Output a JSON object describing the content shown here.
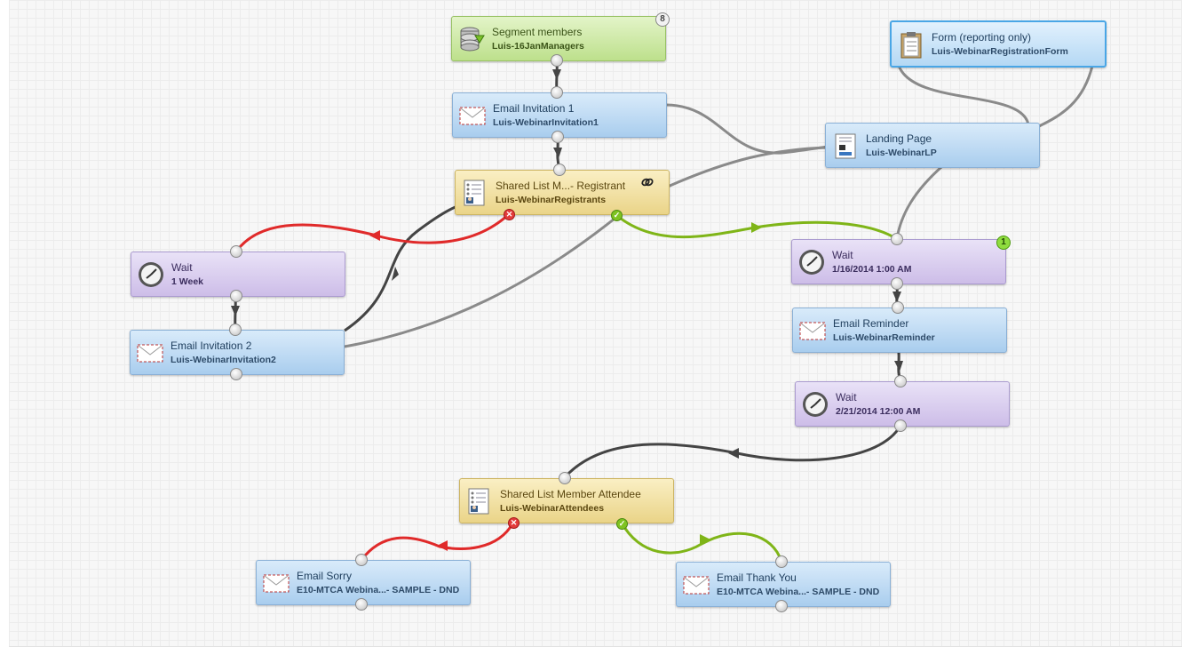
{
  "nodes": {
    "segment": {
      "title": "Segment members",
      "subtitle": "Luis-16JanManagers",
      "badge": "8",
      "icon": "database-icon"
    },
    "email_inv1": {
      "title": "Email Invitation 1",
      "subtitle": "Luis-WebinarInvitation1",
      "icon": "envelope-icon"
    },
    "shared_reg": {
      "title": "Shared List M...- Registrant",
      "subtitle": "Luis-WebinarRegistrants",
      "icon": "contact-list-icon",
      "link_icon": "link-icon"
    },
    "form": {
      "title": "Form (reporting only)",
      "subtitle": "Luis-WebinarRegistrationForm",
      "icon": "clipboard-icon"
    },
    "landing": {
      "title": "Landing Page",
      "subtitle": "Luis-WebinarLP",
      "icon": "landing-page-icon"
    },
    "wait_week": {
      "title": "Wait",
      "subtitle": "1 Week",
      "icon": "clock-icon"
    },
    "email_inv2": {
      "title": "Email Invitation 2",
      "subtitle": "Luis-WebinarInvitation2",
      "icon": "envelope-icon"
    },
    "wait_jan": {
      "title": "Wait",
      "subtitle": "1/16/2014 1:00 AM",
      "badge": "1",
      "icon": "clock-icon"
    },
    "email_rem": {
      "title": "Email Reminder",
      "subtitle": "Luis-WebinarReminder",
      "icon": "envelope-icon"
    },
    "wait_feb": {
      "title": "Wait",
      "subtitle": "2/21/2014 12:00 AM",
      "icon": "clock-icon"
    },
    "shared_att": {
      "title": "Shared List Member Attendee",
      "subtitle": "Luis-WebinarAttendees",
      "icon": "contact-list-icon"
    },
    "email_sorry": {
      "title": "Email Sorry",
      "subtitle": "E10-MTCA Webina...- SAMPLE - DND",
      "icon": "envelope-icon"
    },
    "email_thanks": {
      "title": "Email Thank You",
      "subtitle": "E10-MTCA Webina...- SAMPLE - DND",
      "icon": "envelope-icon"
    }
  },
  "colors": {
    "default_wire": "#555555",
    "link_wire": "#8a8a8a",
    "no_wire": "#e02a2a",
    "yes_wire": "#7fb518"
  },
  "branch_marks": {
    "no": "✕",
    "yes": "✓"
  }
}
